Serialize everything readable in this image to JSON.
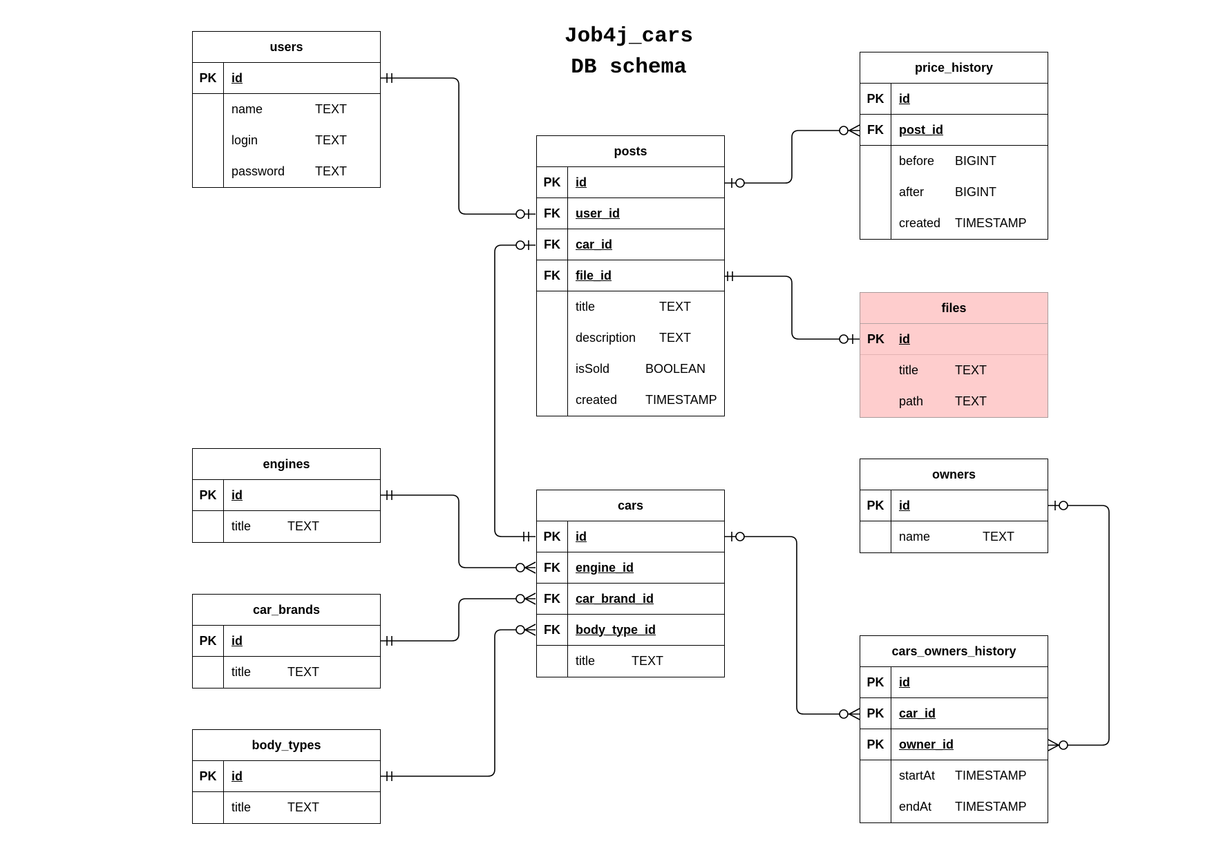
{
  "title": {
    "line1": "Job4j_cars",
    "line2": "DB schema"
  },
  "tables": {
    "users": {
      "name": "users",
      "keys": [
        {
          "badge": "PK",
          "name": "id"
        }
      ],
      "fields": [
        {
          "name": "name",
          "type": "TEXT"
        },
        {
          "name": "login",
          "type": "TEXT"
        },
        {
          "name": "password",
          "type": "TEXT"
        }
      ]
    },
    "posts": {
      "name": "posts",
      "keys": [
        {
          "badge": "PK",
          "name": "id"
        },
        {
          "badge": "FK",
          "name": "user_id"
        },
        {
          "badge": "FK",
          "name": "car_id"
        },
        {
          "badge": "FK",
          "name": "file_id"
        }
      ],
      "fields": [
        {
          "name": "title",
          "type": "TEXT"
        },
        {
          "name": "description",
          "type": "TEXT"
        },
        {
          "name": "isSold",
          "type": "BOOLEAN"
        },
        {
          "name": "created",
          "type": "TIMESTAMP"
        }
      ]
    },
    "price_history": {
      "name": "price_history",
      "keys": [
        {
          "badge": "PK",
          "name": "id"
        },
        {
          "badge": "FK",
          "name": "post_id"
        }
      ],
      "fields": [
        {
          "name": "before",
          "type": "BIGINT"
        },
        {
          "name": "after",
          "type": "BIGINT"
        },
        {
          "name": "created",
          "type": "TIMESTAMP"
        }
      ]
    },
    "files": {
      "name": "files",
      "highlight_color": "#fecdcd",
      "keys": [
        {
          "badge": "PK",
          "name": "id"
        }
      ],
      "fields": [
        {
          "name": "title",
          "type": "TEXT"
        },
        {
          "name": "path",
          "type": "TEXT"
        }
      ]
    },
    "engines": {
      "name": "engines",
      "keys": [
        {
          "badge": "PK",
          "name": "id"
        }
      ],
      "fields": [
        {
          "name": "title",
          "type": "TEXT"
        }
      ]
    },
    "cars": {
      "name": "cars",
      "keys": [
        {
          "badge": "PK",
          "name": "id"
        },
        {
          "badge": "FK",
          "name": "engine_id"
        },
        {
          "badge": "FK",
          "name": "car_brand_id"
        },
        {
          "badge": "FK",
          "name": "body_type_id"
        }
      ],
      "fields": [
        {
          "name": "title",
          "type": "TEXT"
        }
      ]
    },
    "owners": {
      "name": "owners",
      "keys": [
        {
          "badge": "PK",
          "name": "id"
        }
      ],
      "fields": [
        {
          "name": "name",
          "type": "TEXT"
        }
      ]
    },
    "car_brands": {
      "name": "car_brands",
      "keys": [
        {
          "badge": "PK",
          "name": "id"
        }
      ],
      "fields": [
        {
          "name": "title",
          "type": "TEXT"
        }
      ]
    },
    "body_types": {
      "name": "body_types",
      "keys": [
        {
          "badge": "PK",
          "name": "id"
        }
      ],
      "fields": [
        {
          "name": "title",
          "type": "TEXT"
        }
      ]
    },
    "cars_owners_history": {
      "name": "cars_owners_history",
      "keys": [
        {
          "badge": "PK",
          "name": "id"
        },
        {
          "badge": "PK",
          "name": "car_id"
        },
        {
          "badge": "PK",
          "name": "owner_id"
        }
      ],
      "fields": [
        {
          "name": "startAt",
          "type": "TIMESTAMP"
        },
        {
          "name": "endAt",
          "type": "TIMESTAMP"
        }
      ]
    }
  },
  "relationships": [
    {
      "from": "users.id",
      "to": "posts.user_id",
      "from_card": "one-and-only-one",
      "to_card": "zero-or-one"
    },
    {
      "from": "posts.id",
      "to": "price_history.post_id",
      "from_card": "zero-or-one",
      "to_card": "zero-or-many"
    },
    {
      "from": "posts.car_id",
      "to": "cars.id",
      "from_card": "zero-or-one",
      "to_card": "one-and-only-one"
    },
    {
      "from": "posts.file_id",
      "to": "files.id",
      "from_card": "one-and-only-one",
      "to_card": "zero-or-one"
    },
    {
      "from": "engines.id",
      "to": "cars.engine_id",
      "from_card": "one-and-only-one",
      "to_card": "zero-or-many"
    },
    {
      "from": "car_brands.id",
      "to": "cars.car_brand_id",
      "from_card": "one-and-only-one",
      "to_card": "zero-or-many"
    },
    {
      "from": "body_types.id",
      "to": "cars.body_type_id",
      "from_card": "one-and-only-one",
      "to_card": "zero-or-many"
    },
    {
      "from": "cars.id",
      "to": "cars_owners_history.car_id",
      "from_card": "zero-or-one",
      "to_card": "zero-or-many"
    },
    {
      "from": "owners.id",
      "to": "cars_owners_history.owner_id",
      "from_card": "zero-or-one",
      "to_card": "zero-or-many"
    }
  ]
}
